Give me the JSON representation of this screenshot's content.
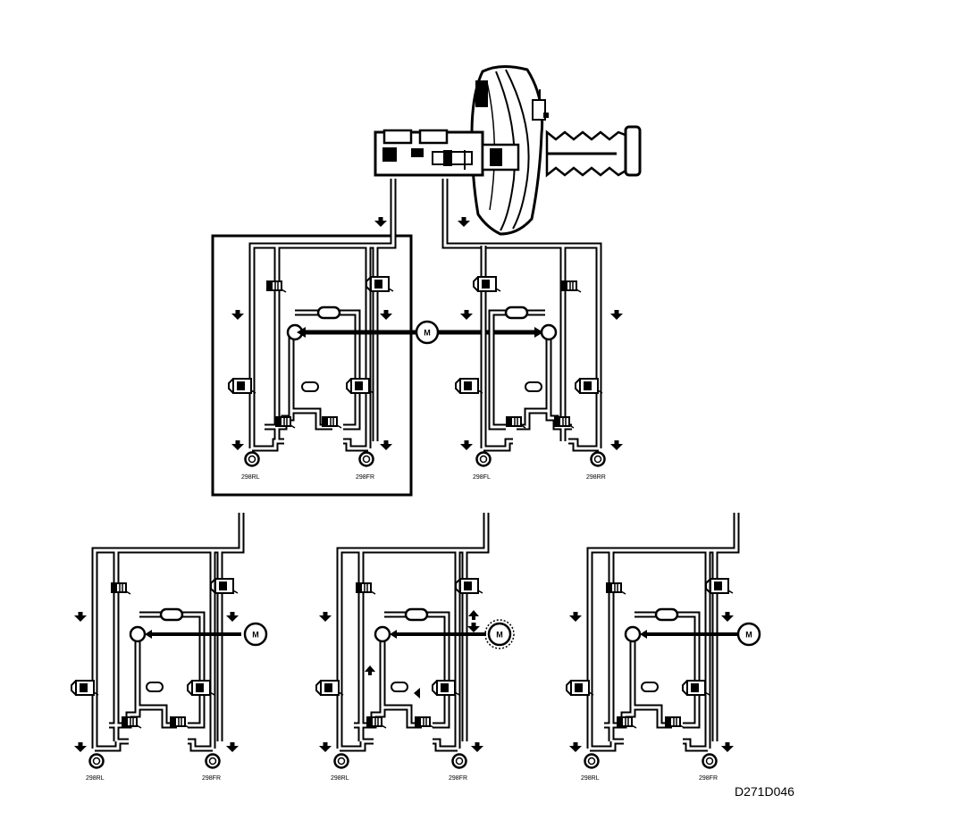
{
  "figure_id": "D271D046",
  "motor_label": "M",
  "circuits": [
    {
      "wheel_left": "298RL",
      "wheel_right": "298FR"
    },
    {
      "wheel_left": "298FL",
      "wheel_right": "298RR"
    },
    {
      "wheel_left": "298RL",
      "wheel_right": "298FR"
    },
    {
      "wheel_left": "298RL",
      "wheel_right": "298FR"
    },
    {
      "wheel_left": "298RL",
      "wheel_right": "298FR"
    }
  ]
}
